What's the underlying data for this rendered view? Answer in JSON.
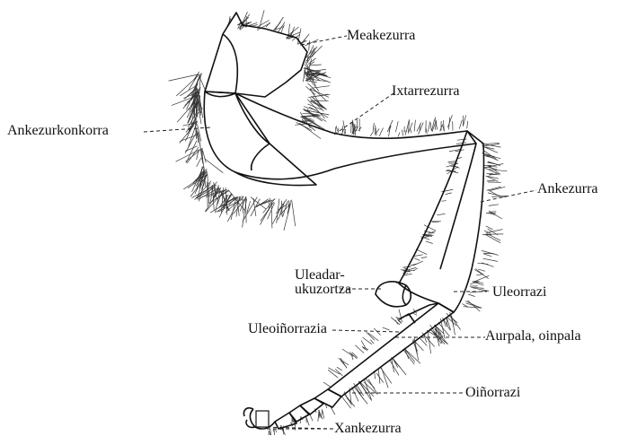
{
  "labels": {
    "coxa": "Meakezurra",
    "trochanter": "Ixtarrezurra",
    "femur": "Ankezurkonkorra",
    "tibia": "Ankezurra",
    "pollen_press_line1": "Uleadar-",
    "pollen_press_line2": "ukuzortza",
    "pollen_comb": "Uleorrazi",
    "pollen_rake": "Uleoiñorrazia",
    "basitarsus": "Aurpala, oinpala",
    "tarsal_comb": "Oiñorrazi",
    "claw": "Xankezurra"
  }
}
